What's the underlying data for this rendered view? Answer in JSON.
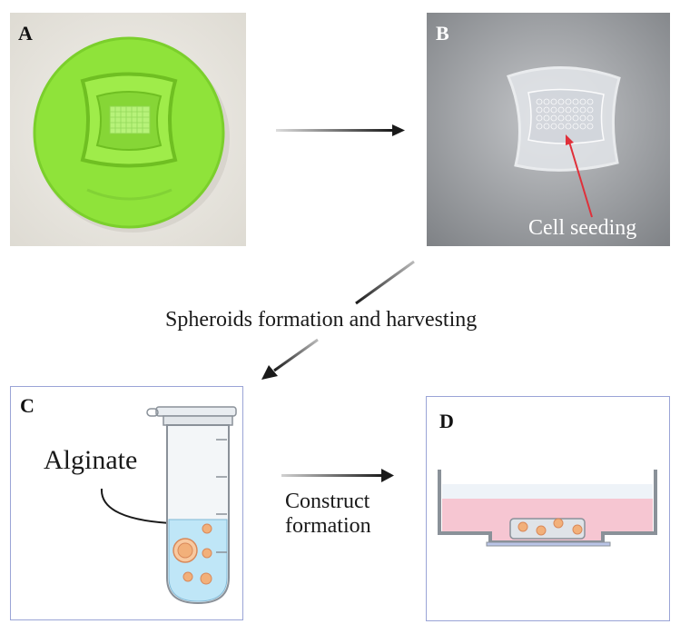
{
  "panels": {
    "a": {
      "letter": "A"
    },
    "b": {
      "letter": "B",
      "annotation": "Cell seeding"
    },
    "c": {
      "letter": "C",
      "label": "Alginate"
    },
    "d": {
      "letter": "D"
    }
  },
  "steps": {
    "harvest": "Spheroids formation and harvesting",
    "construct_line1": "Construct",
    "construct_line2": "formation"
  },
  "colors": {
    "mold_green": "#8fe33a",
    "arrow": "#1a1a1a",
    "red_pointer": "#e0303a",
    "alginate_blue": "#bfe6f7",
    "spheroid": "#f2b07a",
    "medium_pink": "#f6c6d2",
    "panel_border": "#9aa4d6"
  }
}
